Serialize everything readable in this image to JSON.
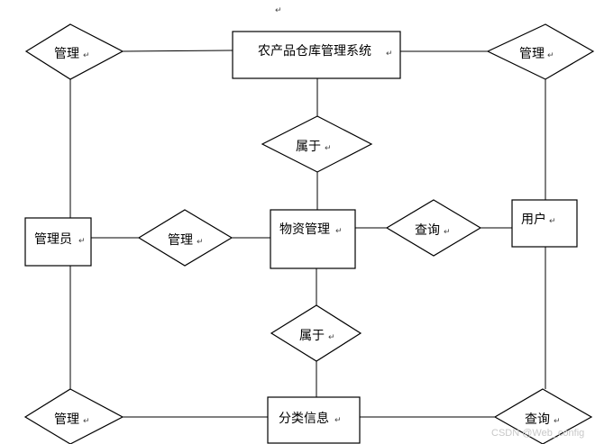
{
  "diagram": {
    "nodes": {
      "system": {
        "label": "农产品仓库管理系统"
      },
      "admin": {
        "label": "管理员"
      },
      "material": {
        "label": "物资管理"
      },
      "user": {
        "label": "用户"
      },
      "category": {
        "label": "分类信息"
      }
    },
    "relations": {
      "manage_tl": {
        "label": "管理"
      },
      "manage_tr": {
        "label": "管理"
      },
      "belong_top": {
        "label": "属于"
      },
      "manage_mid": {
        "label": "管理"
      },
      "query_mid": {
        "label": "查询"
      },
      "belong_bottom": {
        "label": "属于"
      },
      "manage_bl": {
        "label": "管理"
      },
      "query_br": {
        "label": "查询"
      }
    },
    "return_mark": "↵"
  },
  "watermark": "CSDN @Web_config"
}
